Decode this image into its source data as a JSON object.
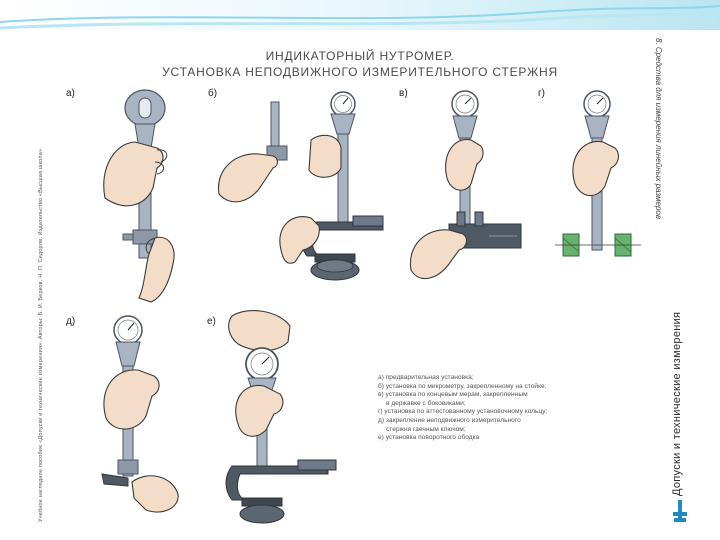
{
  "title": {
    "line1": "ИНДИКАТОРНЫЙ НУТРОМЕР.",
    "line2": "УСТАНОВКА НЕПОДВИЖНОГО ИЗМЕРИТЕЛЬНОГО СТЕРЖНЯ"
  },
  "panels": {
    "a": "а)",
    "b": "б)",
    "v": "в)",
    "g": "г)",
    "d": "д)",
    "e": "е)"
  },
  "caption": [
    "а) предварительная установка;",
    "б) установка по микрометру, закрепленному на стойке;",
    "в) установка по концевым мерам, закрепленным",
    "в державке с боковиками;",
    "г) установка по аттестованному установочному кольцу;",
    "д) закрепление неподвижного измерительного",
    "стержня гаечным ключом;",
    "е) установка поворотного ободка"
  ],
  "side_texts": {
    "left": "Учебное наглядное пособие «Допуски и технические измерения». Авторы: Б. И. Берков, Н. П. Сидоров. Издательство «Высшая школа»",
    "right_top": "8. Средства для измерения линейных размеров",
    "right_bottom": "Допуски и технические измерения"
  },
  "colors": {
    "instrument": "#a9b4c2",
    "instrument_dark": "#6e7a8a",
    "skin": "#f3dcc8",
    "skin_line": "#3a3a3a",
    "micrometer": "#4f5963",
    "band": "#7fd0e6",
    "logo": "#1e8bc3"
  }
}
